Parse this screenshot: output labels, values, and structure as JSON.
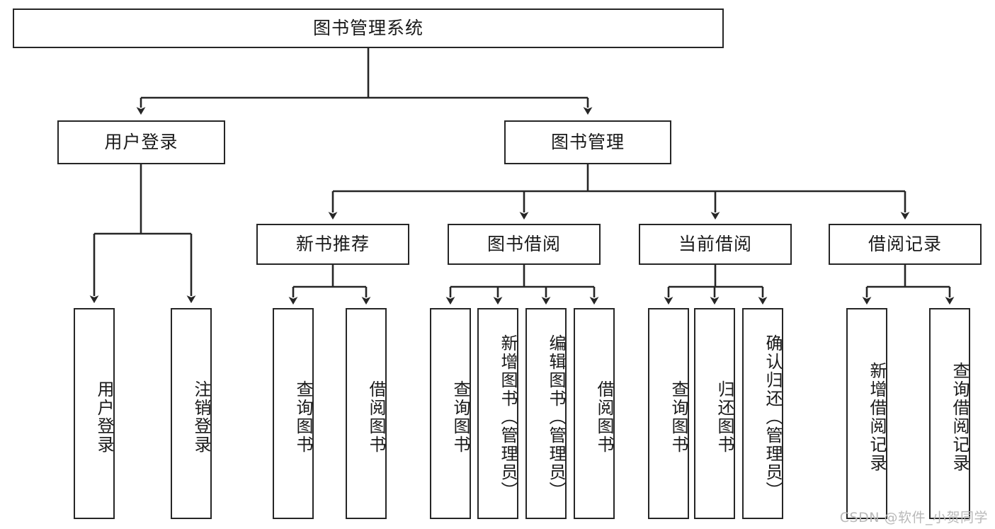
{
  "diagram": {
    "title": "图书管理系统",
    "type": "hierarchy-tree",
    "root": {
      "label": "图书管理系统",
      "children": [
        {
          "label": "用户登录",
          "children": [
            {
              "label": "用户登录"
            },
            {
              "label": "注销登录"
            }
          ]
        },
        {
          "label": "图书管理",
          "children": [
            {
              "label": "新书推荐",
              "children": [
                {
                  "label": "查询图书"
                },
                {
                  "label": "借阅图书"
                }
              ]
            },
            {
              "label": "图书借阅",
              "children": [
                {
                  "label": "查询图书"
                },
                {
                  "label": "新增图书（管理员）"
                },
                {
                  "label": "编辑图书（管理员）"
                },
                {
                  "label": "借阅图书"
                }
              ]
            },
            {
              "label": "当前借阅",
              "children": [
                {
                  "label": "查询图书"
                },
                {
                  "label": "归还图书"
                },
                {
                  "label": "确认归还（管理员）"
                }
              ]
            },
            {
              "label": "借阅记录",
              "children": [
                {
                  "label": "新增借阅记录"
                },
                {
                  "label": "查询借阅记录"
                }
              ]
            }
          ]
        }
      ]
    }
  },
  "nodes": {
    "root": "图书管理系统",
    "user_login": "用户登录",
    "book_manage": "图书管理",
    "new_book_rec": "新书推荐",
    "book_borrow": "图书借阅",
    "current_borrow": "当前借阅",
    "borrow_record": "借阅记录",
    "leaf_user_login": "用户登录",
    "leaf_logout": "注销登录",
    "leaf_rec_query": "查询图书",
    "leaf_rec_borrow": "借阅图书",
    "leaf_borrow_query": "查询图书",
    "leaf_borrow_add": "新增图书（管理员）",
    "leaf_borrow_edit": "编辑图书（管理员）",
    "leaf_borrow_borrow": "借阅图书",
    "leaf_cur_query": "查询图书",
    "leaf_cur_return": "归还图书",
    "leaf_cur_confirm": "确认归还（管理员）",
    "leaf_rec_add": "新增借阅记录",
    "leaf_rec_search": "查询借阅记录"
  },
  "watermark": {
    "text": "CSDN @软件_小贺同学"
  },
  "colors": {
    "stroke": "#262626",
    "box_fill": "#ffffff",
    "text": "#1a1a1a",
    "watermark": "#b9b9b9",
    "canvas": "#ffffff"
  }
}
